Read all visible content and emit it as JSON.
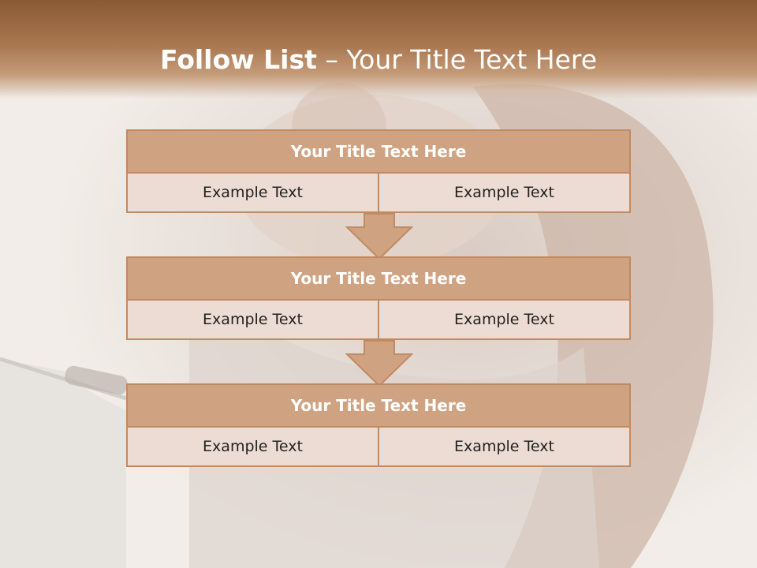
{
  "slide": {
    "title_bold": "Follow List",
    "title_rest": " – Your Title Text Here"
  },
  "blocks": [
    {
      "title": "Your Title Text Here",
      "left": "Example Text",
      "right": "Example Text"
    },
    {
      "title": "Your Title Text Here",
      "left": "Example Text",
      "right": "Example Text"
    },
    {
      "title": "Your Title Text Here",
      "left": "Example Text",
      "right": "Example Text"
    }
  ],
  "colors": {
    "header": "#a8764f",
    "block_title_fill": "#cfa382",
    "block_border": "#c28a61",
    "block_row_fill": "#ecdcd3"
  },
  "icons": [
    "down-arrow-icon"
  ]
}
